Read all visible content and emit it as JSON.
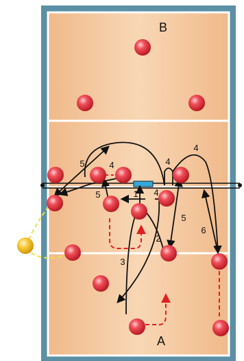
{
  "team_labels": {
    "top": "B",
    "bottom": "A"
  },
  "players_team_b": [
    {
      "id": "b1"
    },
    {
      "id": "b2"
    },
    {
      "id": "b3"
    },
    {
      "id": "b4"
    },
    {
      "id": "b5"
    },
    {
      "id": "b6"
    },
    {
      "id": "b7"
    }
  ],
  "players_team_a": [
    {
      "id": "a1"
    },
    {
      "id": "a2"
    },
    {
      "id": "a3"
    },
    {
      "id": "a4"
    },
    {
      "id": "a5"
    },
    {
      "id": "a6"
    },
    {
      "id": "a7"
    },
    {
      "id": "a8"
    },
    {
      "id": "a9"
    },
    {
      "id": "a10"
    },
    {
      "id": "a11"
    }
  ],
  "route_numbers": [
    "5",
    "4",
    "1",
    "4",
    "5",
    "4",
    "4",
    "5",
    "2",
    "6",
    "3"
  ],
  "colors": {
    "frame": "#5b90a6",
    "court": "#f3c79e",
    "court_line": "#ffffff",
    "player": "#e0303a",
    "pass_route": "#e02020",
    "movement_route": "#111111",
    "ball": "#f6c530",
    "ball_path": "#e8e24a",
    "antenna_block": "#37a8d8"
  },
  "icons": {
    "player": "red-ball-icon",
    "ball": "yellow-ball-icon"
  }
}
